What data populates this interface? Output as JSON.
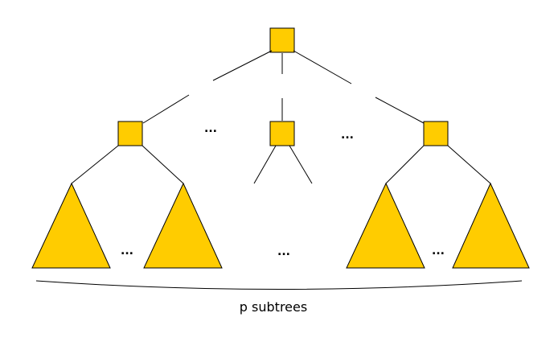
{
  "colors": {
    "node_fill": "#FFCC00",
    "stroke": "#000000",
    "background": "#FFFFFF"
  },
  "ellipsis": "...",
  "caption": "p subtrees",
  "nodes": {
    "root": "square",
    "children": [
      "square",
      "square",
      "square"
    ],
    "subtrees": [
      "triangle",
      "triangle",
      "triangle",
      "triangle"
    ]
  }
}
